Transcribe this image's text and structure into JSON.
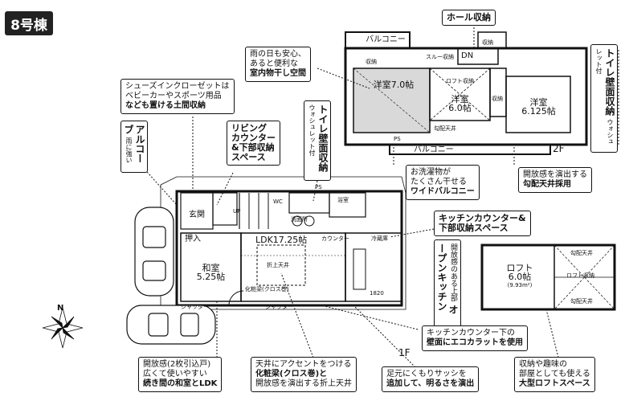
{
  "badge": {
    "label": "8号棟"
  },
  "floor_labels": {
    "first": "1F",
    "second": "2F"
  },
  "callouts": {
    "hall_storage": "ホール収納",
    "rainy_day": [
      "雨の日も安心、",
      "あると便利な",
      "室内物干し空間"
    ],
    "shoes_closet": [
      "シューズインクローゼットは",
      "ベビーカーやスポーツ用品",
      "なども置ける土間収納"
    ],
    "toilet_wall_upper": "トイレ壁面収納",
    "toilet_wall_upper_sub": "ウォシュレット付",
    "living_counter": [
      "リビング",
      "カウンター",
      "&下部収納",
      "スペース"
    ],
    "toilet_wall_lower": "トイレ壁面収納",
    "toilet_wall_lower_sub": "ウォシュレット付",
    "alcove": "アルコーブ",
    "alcove_sub": "雨に強い",
    "wide_balcony": [
      "お洗濯物が",
      "たくさん干せる",
      "ワイドバルコニー"
    ],
    "open_ceiling": [
      "開放感を演出する",
      "勾配天井採用"
    ],
    "kitchen_counter": [
      "キッチンカウンター&",
      "下部収納スペース"
    ],
    "open_kitchen": "オープンキッチン",
    "open_kitchen_sub": "開放感のある上部",
    "ecocarat": [
      "キッチンカウンター下の",
      "壁面にエコカラットを使用"
    ],
    "washitsu": [
      "開放感(2枚引込戸)",
      "広くて使いやすい",
      "続き間の和室とLDK"
    ],
    "cross_beam": [
      "天井にアクセントをつける",
      "化粧梁(クロス巻)と",
      "開放感を演出する折上天井"
    ],
    "sash": [
      "足元にくもりサッシを",
      "追加して、明るさを演出"
    ],
    "loft_space": [
      "収納や趣味の",
      "部屋としても使える",
      "大型ロフトスペース"
    ]
  },
  "rooms": {
    "balcony_top": "バルコニー",
    "storage_a": "収納",
    "through_storage": "スルー収納",
    "dn": "DN",
    "storage_b": "収納",
    "western_a": "洋室",
    "western_a_size": "6.0帖",
    "western_b": "洋室",
    "western_b_size": "6.125帖",
    "western_main": "洋室",
    "western_main_size": "7.0帖",
    "loft_hatch": "ロフト収納",
    "slope_ceiling": "勾配天井",
    "storage_c": "収納",
    "ps": "PS",
    "balcony_bottom": "バルコニー",
    "entrance": "玄関",
    "up": "UP",
    "oshiire": "押入",
    "washitsu": "和室",
    "washitsu_size": "5.25帖",
    "ldk": "LDK17.25帖",
    "folded_ceiling": "折上天井",
    "bath": "浴室",
    "sink": "洗面所",
    "wc": "WC",
    "refrigerator": "冷蔵庫",
    "kitchen_ps": "PS",
    "shutter_a": "シャッター",
    "shutter_b": "シャッター",
    "counter": "カウンター",
    "width_label": "1820",
    "beam_label": "化粧梁(クロス巻)"
  },
  "loft": {
    "label": "ロフト",
    "size": "6.0帖",
    "area": "(9.93m²)",
    "slope_top": "勾配天井",
    "slope_bottom": "勾配天井",
    "hatch": "ロフト収納"
  },
  "compass": {
    "label": "N"
  }
}
